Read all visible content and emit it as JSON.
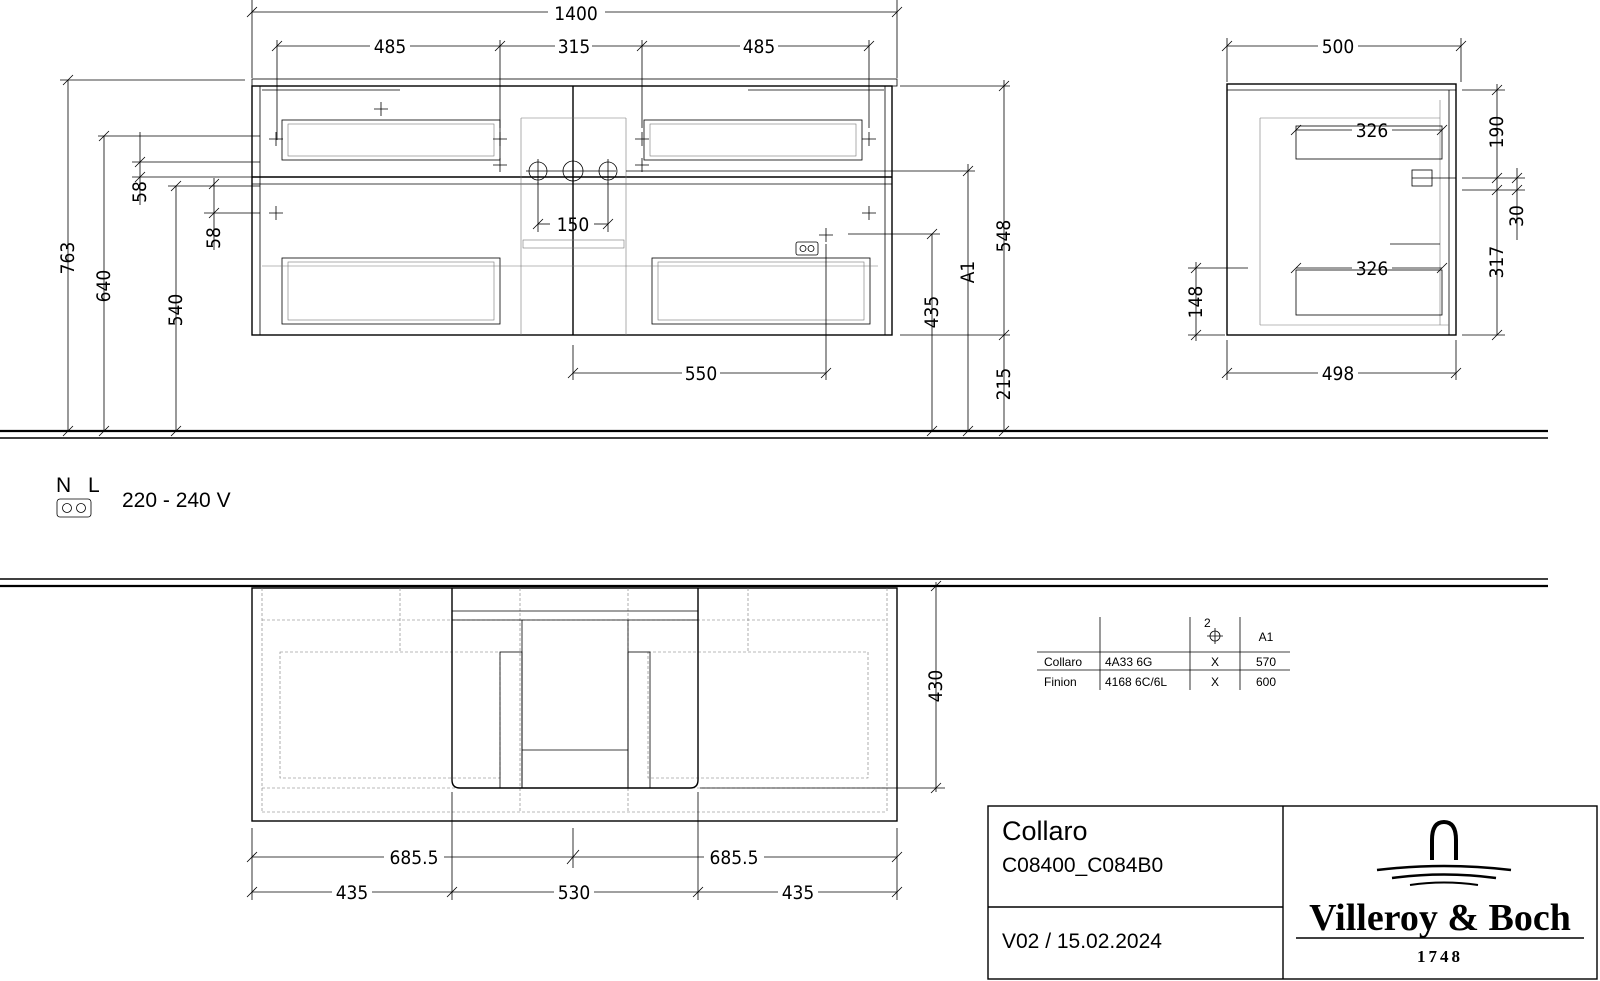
{
  "front_view": {
    "width_total": "1400",
    "width_left": "485",
    "width_center": "315",
    "width_right": "485",
    "height_total": "763",
    "height_640": "640",
    "height_540": "540",
    "gap_58_top": "58",
    "gap_58_bottom": "58",
    "tap_spacing": "150",
    "socket_offset": "550",
    "socket_height": "435",
    "a1_label": "A1",
    "cabinet_height": "548",
    "floor_gap": "215"
  },
  "side_view": {
    "depth_top": "500",
    "depth_bottom": "498",
    "drawer_upper": "326",
    "drawer_lower": "326",
    "dim_190": "190",
    "dim_30": "30",
    "dim_317": "317",
    "dim_148": "148"
  },
  "power": {
    "n_label": "N",
    "l_label": "L",
    "voltage": "220 - 240 V"
  },
  "plan_view": {
    "depth": "430",
    "half_left": "685.5",
    "half_right": "685.5",
    "seg_left": "435",
    "seg_center": "530",
    "seg_right": "435"
  },
  "table": {
    "header_icon_label": "2",
    "header_a1": "A1",
    "rows": [
      {
        "name": "Collaro",
        "code": "4A33 6G",
        "mark": "X",
        "a1": "570"
      },
      {
        "name": "Finion",
        "code": "4168 6C/6L",
        "mark": "X",
        "a1": "600"
      }
    ]
  },
  "title_block": {
    "product": "Collaro",
    "article": "C08400_C084B0",
    "version": "V02 / 15.02.2024",
    "brand": "Villeroy & Boch",
    "year": "1748"
  }
}
